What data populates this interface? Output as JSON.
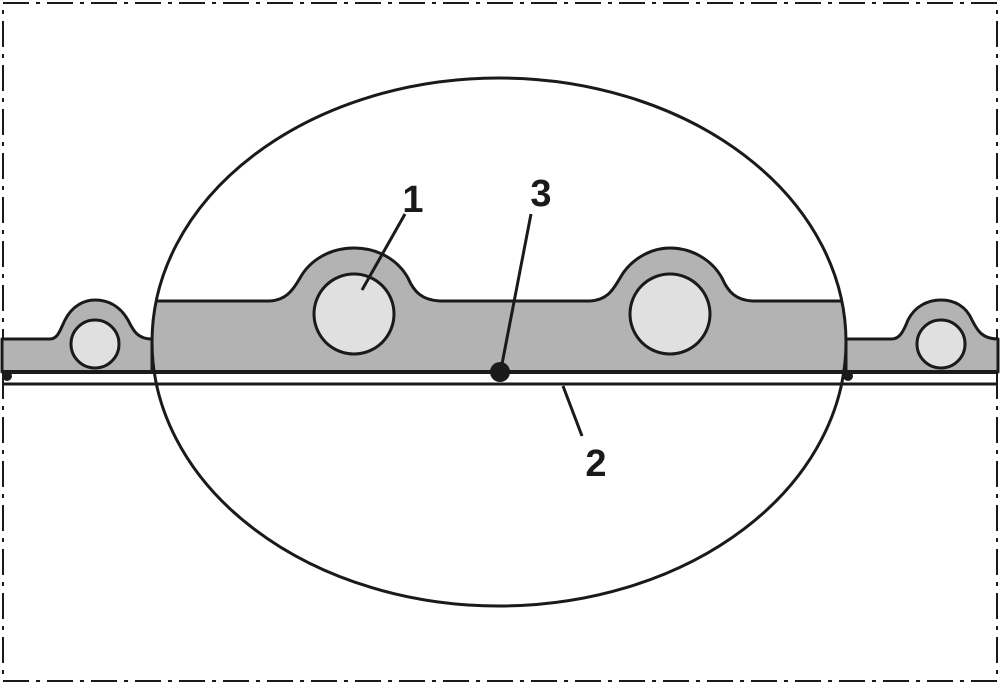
{
  "colors": {
    "outline": "#1a1a1a",
    "wall_fill": "#b3b3b3",
    "bead_fill": "#e0e0e0",
    "background": "#ffffff"
  },
  "callouts": {
    "bead": "1",
    "liner": "2",
    "weld_point": "3"
  }
}
